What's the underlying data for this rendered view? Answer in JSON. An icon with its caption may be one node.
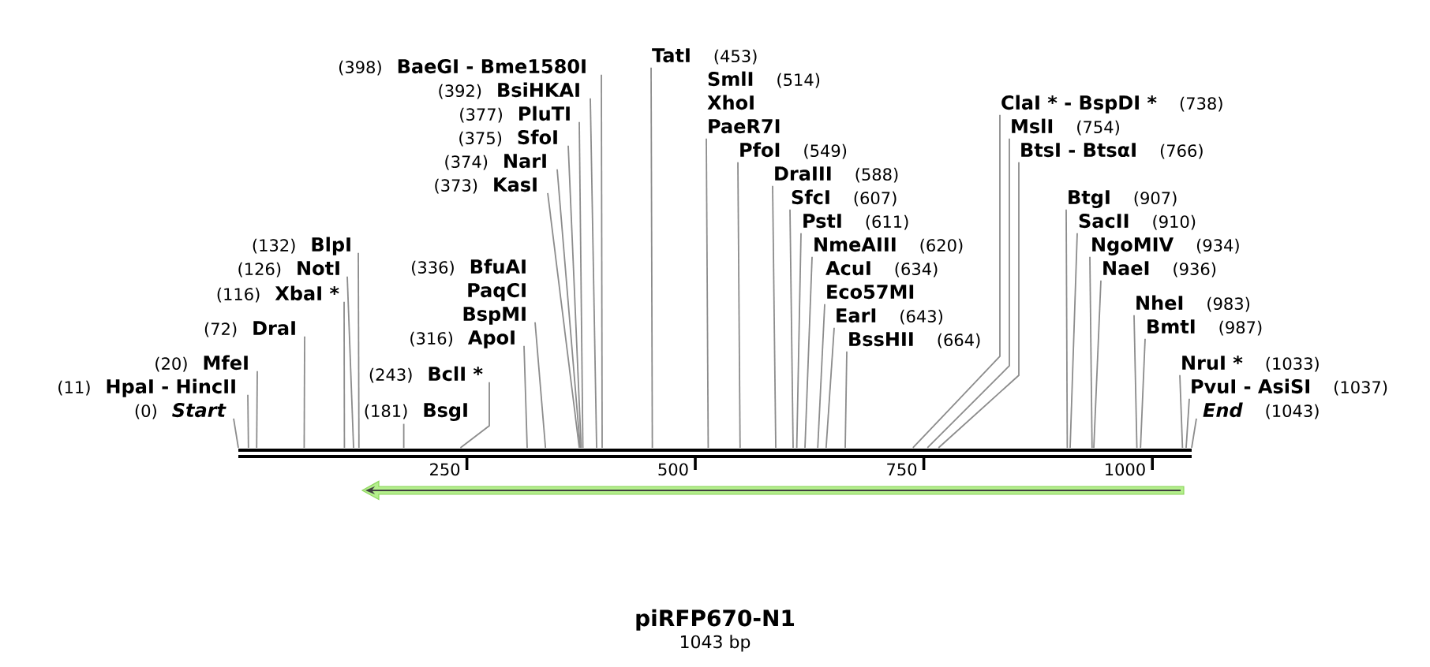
{
  "diagram": {
    "title": "piRFP670-N1",
    "nodes": [
      {
        "text": [
          "(0)",
          "Start"
        ]
      },
      {
        "text": [
          "(11)",
          "HpaI - HincII"
        ]
      },
      {
        "text": [
          "(20)",
          "MfeI"
        ]
      },
      {
        "text": [
          "(72)",
          "DraI"
        ]
      },
      {
        "text": [
          "(116)",
          "XbaI *"
        ]
      },
      {
        "text": [
          "(126)",
          "NotI"
        ]
      },
      {
        "text": [
          "(132)",
          "BlpI"
        ]
      },
      {
        "text": [
          "(181)",
          "BsgI"
        ]
      },
      {
        "text": [
          "(243)",
          "BclI *"
        ]
      },
      {
        "text": [
          "(316)",
          "ApoI"
        ]
      },
      {
        "text": [
          "(336)",
          "BfuAI",
          "PaqCI",
          "BspMI"
        ]
      },
      {
        "text": [
          "(373)",
          "KasI"
        ]
      },
      {
        "text": [
          "(374)",
          "NarI"
        ]
      },
      {
        "text": [
          "(375)",
          "SfoI"
        ]
      },
      {
        "text": [
          "(377)",
          "PluTI"
        ]
      },
      {
        "text": [
          "(392)",
          "BsiHKAI"
        ]
      },
      {
        "text": [
          "(398)",
          "BaeGI - Bme1580I"
        ]
      },
      {
        "text": [
          "TatI",
          "(453)"
        ]
      },
      {
        "text": [
          "SmlI",
          "(514)",
          "XhoI",
          "PaeR7I"
        ]
      },
      {
        "text": [
          "PfoI",
          "(549)"
        ]
      },
      {
        "text": [
          "DraIII",
          "(588)"
        ]
      },
      {
        "text": [
          "SfcI",
          "(607)"
        ]
      },
      {
        "text": [
          "PstI",
          "(611)"
        ]
      },
      {
        "text": [
          "NmeAIII",
          "(620)"
        ]
      },
      {
        "text": [
          "AcuI",
          "(634)",
          "Eco57MI"
        ]
      },
      {
        "text": [
          "EarI",
          "(643)"
        ]
      },
      {
        "text": [
          "BssHII",
          "(664)"
        ]
      },
      {
        "text": [
          "ClaI * - BspDI *",
          "(738)"
        ]
      },
      {
        "text": [
          "MslI",
          "(754)"
        ]
      },
      {
        "text": [
          "BtsI - BtsαI",
          "(766)"
        ]
      },
      {
        "text": [
          "BtgI",
          "(907)"
        ]
      },
      {
        "text": [
          "SacII",
          "(910)"
        ]
      },
      {
        "text": [
          "NgoMIV",
          "(934)"
        ]
      },
      {
        "text": [
          "NaeI",
          "(936)"
        ]
      },
      {
        "text": [
          "NheI",
          "(983)"
        ]
      },
      {
        "text": [
          "BmtI",
          "(987)"
        ]
      },
      {
        "text": [
          "NruI *",
          "(1033)"
        ]
      },
      {
        "text": [
          "PvuI - AsiSI",
          "(1037)"
        ]
      },
      {
        "text": [
          "End",
          "(1043)"
        ]
      },
      {
        "text": [],
        "shape": "bar"
      }
    ],
    "edges": [
      {
        "from": 0,
        "to": 39,
        "arrow": "none"
      },
      {
        "from": 1,
        "to": 39,
        "arrow": "none"
      },
      {
        "from": 2,
        "to": 39,
        "arrow": "none"
      },
      {
        "from": 3,
        "to": 39,
        "arrow": "none"
      },
      {
        "from": 4,
        "to": 39,
        "arrow": "none"
      },
      {
        "from": 5,
        "to": 39,
        "arrow": "none"
      },
      {
        "from": 6,
        "to": 39,
        "arrow": "none"
      },
      {
        "from": 7,
        "to": 39,
        "arrow": "none"
      },
      {
        "from": 8,
        "to": 39,
        "arrow": "none"
      },
      {
        "from": 9,
        "to": 39,
        "arrow": "none"
      },
      {
        "from": 10,
        "to": 39,
        "arrow": "none"
      },
      {
        "from": 11,
        "to": 39,
        "arrow": "none"
      },
      {
        "from": 12,
        "to": 39,
        "arrow": "none"
      },
      {
        "from": 13,
        "to": 39,
        "arrow": "none"
      },
      {
        "from": 14,
        "to": 39,
        "arrow": "none"
      },
      {
        "from": 15,
        "to": 39,
        "arrow": "none"
      },
      {
        "from": 16,
        "to": 39,
        "arrow": "none"
      },
      {
        "from": 17,
        "to": 39,
        "arrow": "none"
      },
      {
        "from": 18,
        "to": 39,
        "arrow": "none"
      },
      {
        "from": 19,
        "to": 39,
        "arrow": "none"
      },
      {
        "from": 20,
        "to": 39,
        "arrow": "none"
      },
      {
        "from": 21,
        "to": 39,
        "arrow": "none"
      },
      {
        "from": 22,
        "to": 39,
        "arrow": "none"
      },
      {
        "from": 23,
        "to": 39,
        "arrow": "none"
      },
      {
        "from": 24,
        "to": 39,
        "arrow": "none"
      },
      {
        "from": 25,
        "to": 39,
        "arrow": "none"
      },
      {
        "from": 26,
        "to": 39,
        "arrow": "none"
      },
      {
        "from": 27,
        "to": 39,
        "arrow": "none"
      },
      {
        "from": 28,
        "to": 39,
        "arrow": "none"
      },
      {
        "from": 29,
        "to": 39,
        "arrow": "none"
      },
      {
        "from": 30,
        "to": 39,
        "arrow": "none"
      },
      {
        "from": 31,
        "to": 39,
        "arrow": "none"
      },
      {
        "from": 32,
        "to": 39,
        "arrow": "none"
      },
      {
        "from": 33,
        "to": 39,
        "arrow": "none"
      },
      {
        "from": 34,
        "to": 39,
        "arrow": "none"
      },
      {
        "from": 35,
        "to": 39,
        "arrow": "none"
      },
      {
        "from": 36,
        "to": 39,
        "arrow": "none"
      },
      {
        "from": 37,
        "to": 39,
        "arrow": "none"
      },
      {
        "from": 38,
        "to": 39,
        "arrow": "none"
      }
    ],
    "labels": [
      "250",
      "500",
      "750",
      "1000",
      "1043 bp"
    ]
  }
}
